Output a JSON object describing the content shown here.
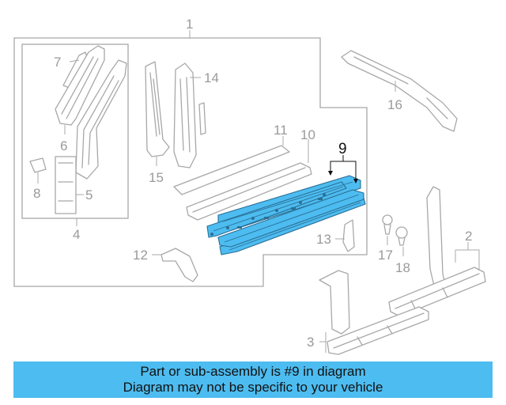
{
  "diagram": {
    "highlight_color": "#4dbcf0",
    "line_color": "#a8a8a8",
    "labels": {
      "n1": "1",
      "n2": "2",
      "n3": "3",
      "n4": "4",
      "n5": "5",
      "n6": "6",
      "n7": "7",
      "n8": "8",
      "n9": "9",
      "n10": "10",
      "n11": "11",
      "n12": "12",
      "n13": "13",
      "n14": "14",
      "n15": "15",
      "n16": "16",
      "n17": "17",
      "n18": "18"
    },
    "highlighted_part": "9"
  },
  "banner": {
    "line1": "Part or sub-assembly is #9 in diagram",
    "line2": "Diagram may not be specific to your vehicle"
  }
}
